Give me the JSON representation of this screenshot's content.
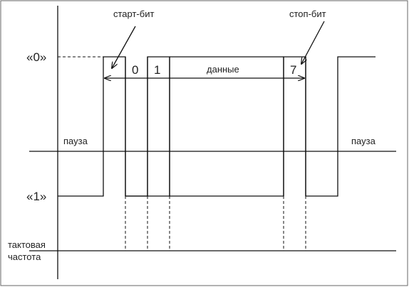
{
  "diagram": {
    "level_zero": "«0»",
    "level_one": "«1»",
    "start_bit": "старт-бит",
    "stop_bit": "стоп-бит",
    "bit_0": "0",
    "bit_1": "1",
    "data_label": "данные",
    "bit_7": "7",
    "pause_left": "пауза",
    "pause_right": "пауза",
    "clock_line1": "тактовая",
    "clock_line2": "частота"
  }
}
